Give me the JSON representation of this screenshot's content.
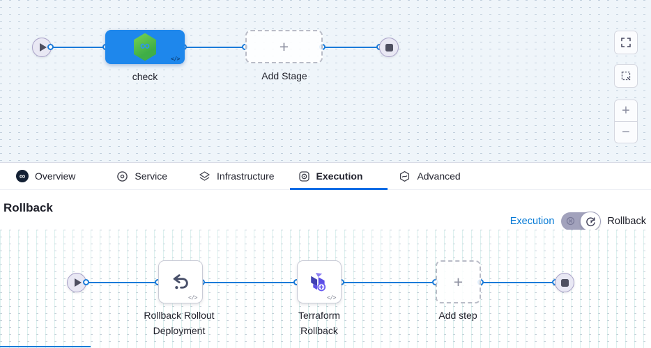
{
  "colors": {
    "edge_blue": "#1a7bd9",
    "stage_blue": "#1e87ec",
    "active_tab_underline": "#0b6ce5",
    "link_blue": "#0278d5",
    "terraform_purple": "#5c4ee5",
    "terraform_dark": "#4040b2",
    "harness_green": "#3fae47"
  },
  "glyphs": {
    "infinity": "∞"
  },
  "stage_canvas": {
    "stage": {
      "label": "check",
      "code_badge": "</>"
    },
    "add_stage": {
      "label": "Add Stage",
      "plus": "+"
    }
  },
  "canvas_controls": {
    "zoom_in": "+",
    "zoom_out": "−"
  },
  "tabs": {
    "active": "Execution",
    "items": [
      {
        "label": "Overview"
      },
      {
        "label": "Service"
      },
      {
        "label": "Infrastructure"
      },
      {
        "label": "Execution"
      },
      {
        "label": "Advanced"
      }
    ]
  },
  "rollback_panel": {
    "title": "Rollback",
    "mode_switch": {
      "left": "Execution",
      "right": "Rollback",
      "selected": "Rollback"
    }
  },
  "rollback_canvas": {
    "steps": [
      {
        "line1": "Rollback Rollout",
        "line2": "Deployment",
        "code_badge": "</>"
      },
      {
        "line1": "Terraform",
        "line2": "Rollback",
        "code_badge": "</>"
      }
    ],
    "add_step": {
      "label": "Add step",
      "plus": "+"
    }
  }
}
